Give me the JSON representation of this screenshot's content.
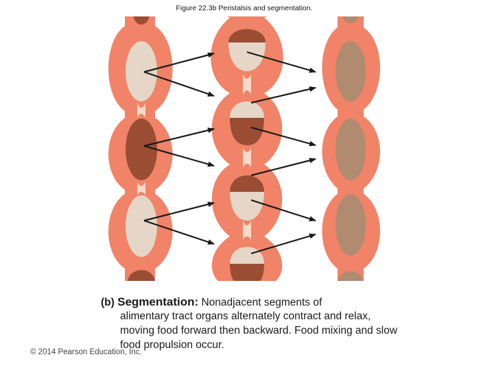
{
  "figure": {
    "title": "Figure 22.3b  Peristalsis and segmentation."
  },
  "caption": {
    "label": "(b)",
    "heading": "Segmentation:",
    "text_first": "Nonadjacent segments of",
    "text_rest": "alimentary tract organs alternately contract and relax, moving food forward then backward. Food mixing and slow food propulsion occur."
  },
  "footer": {
    "copyright": "© 2014 Pearson Education, Inc."
  },
  "colors": {
    "tube_wall": "#f08368",
    "lumen": "#f9d9c8",
    "bolus_light": "#e5d6c7",
    "bolus_dark": "#9a4d33",
    "bolus_mixed": "#b08b70",
    "arrow": "#1a1a1a"
  }
}
